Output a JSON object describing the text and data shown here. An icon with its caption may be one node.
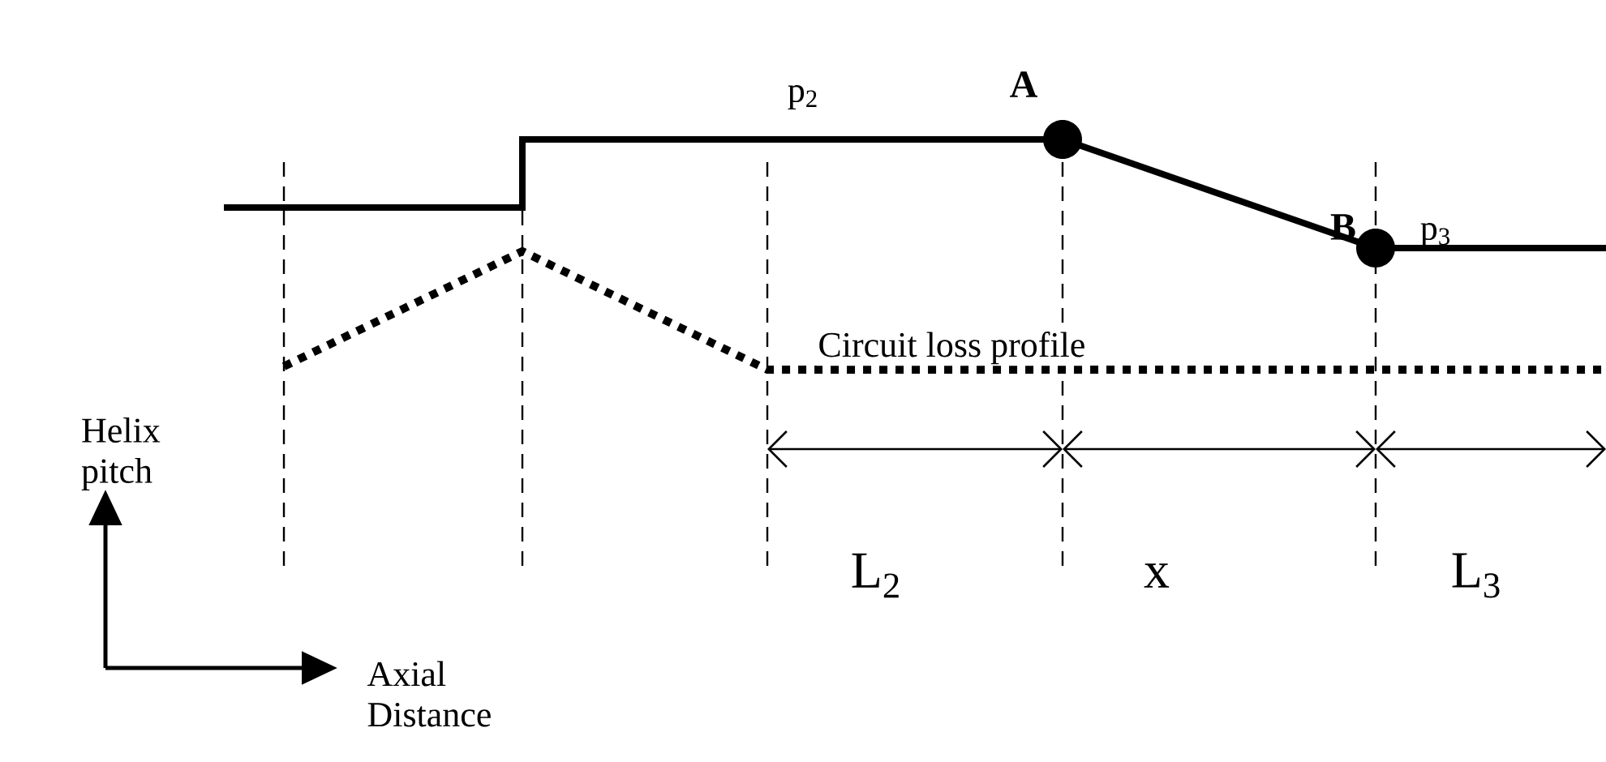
{
  "diagram": {
    "labels": [
      "p$_{2}$",
      "A",
      "B",
      "p$_{3}$",
      "Circuit loss profile",
      "Helix pitch",
      "L$_{2}$",
      "x",
      "L$_{3}$",
      "Axial Distance"
    ]
  }
}
